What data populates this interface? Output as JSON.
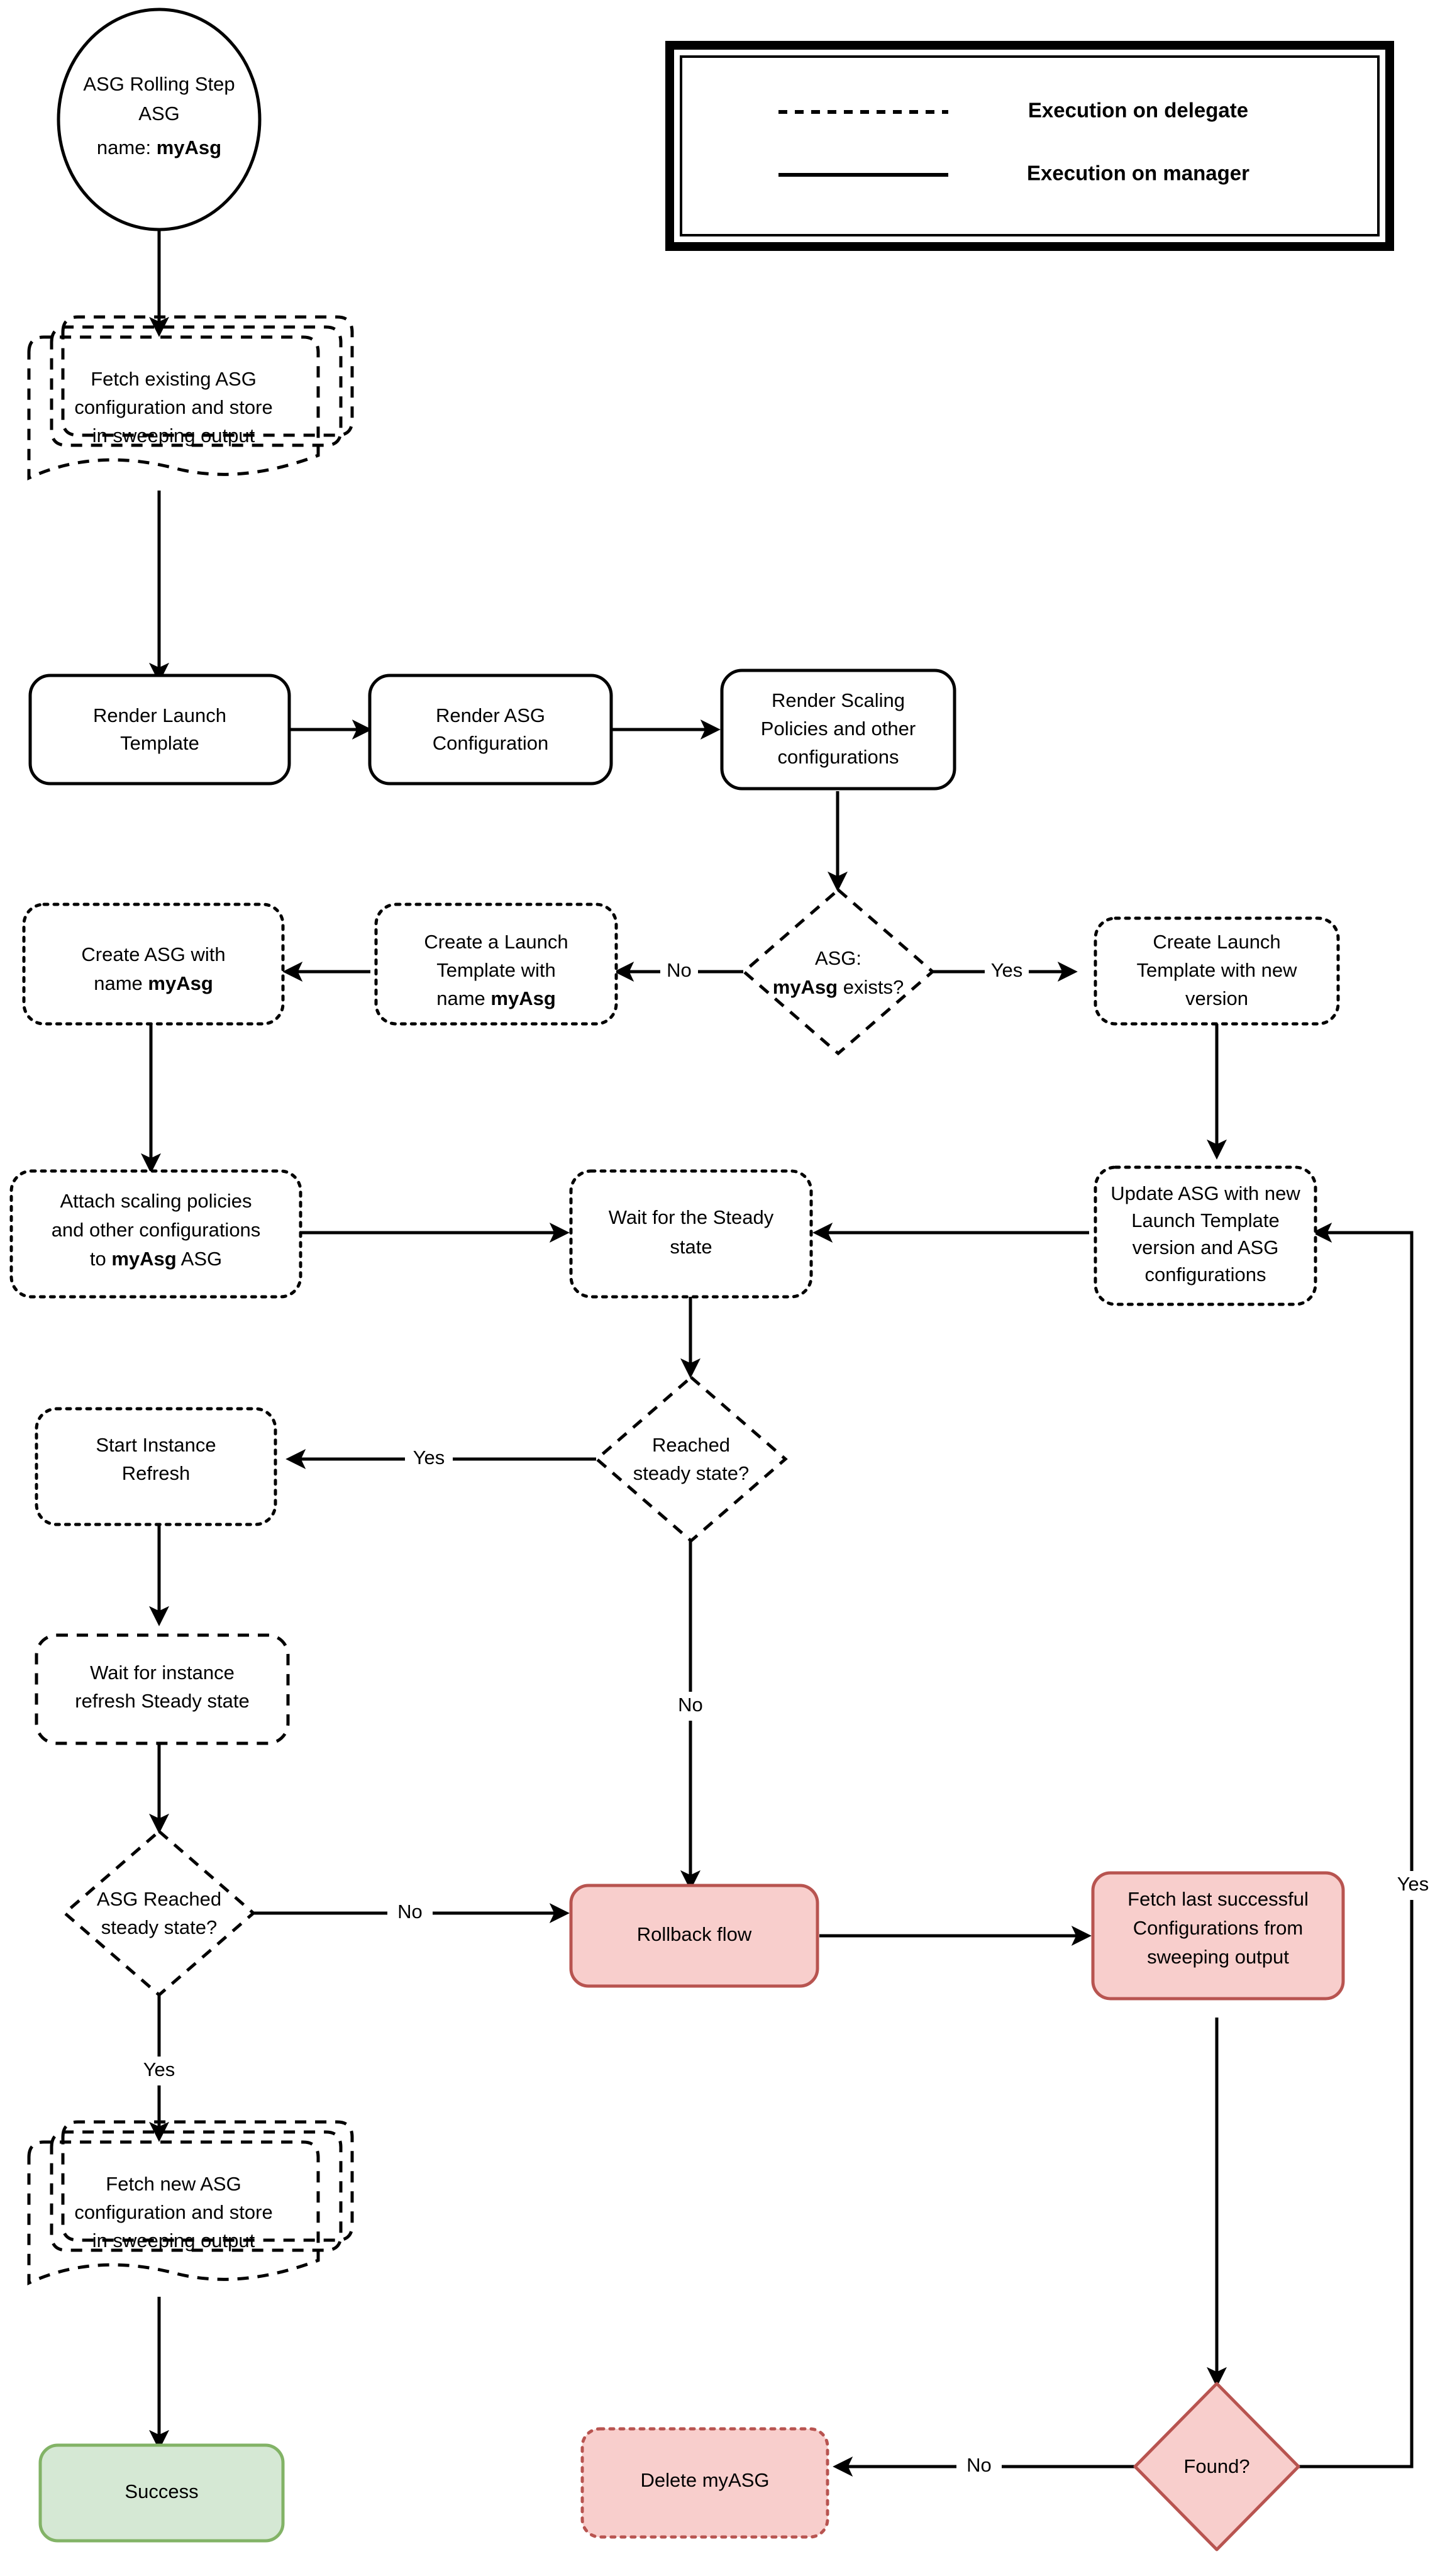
{
  "diagram": {
    "title": "ASG Rolling Step flowchart",
    "colors": {
      "red_fill": "#f8cecc",
      "red_stroke": "#b85450",
      "green_fill": "#d5e8d4",
      "green_stroke": "#82b366",
      "default_fill": "#ffffff",
      "default_stroke": "#000000"
    }
  },
  "legend": {
    "items": [
      {
        "line_style": "dashed",
        "label": "Execution on delegate"
      },
      {
        "line_style": "solid",
        "label": "Execution on manager"
      }
    ]
  },
  "nodes": {
    "start": {
      "shape": "ellipse",
      "line1": "ASG Rolling Step",
      "line2": "ASG",
      "line3_prefix": "name: ",
      "line3_bold": "myAsg"
    },
    "fetch_existing": {
      "shape": "multi-document",
      "line1": "Fetch existing ASG",
      "line2": "configuration and store",
      "line3": "in sweeping output"
    },
    "render_launch_template": {
      "shape": "rounded-rect",
      "line1": "Render Launch",
      "line2": "Template"
    },
    "render_asg_configuration": {
      "shape": "rounded-rect",
      "line1": "Render ASG",
      "line2": "Configuration"
    },
    "render_scaling_policies": {
      "shape": "rounded-rect",
      "line1": "Render Scaling",
      "line2": "Policies and other",
      "line3": "configurations"
    },
    "asg_exists": {
      "shape": "diamond",
      "line1": "ASG:",
      "line2_bold": "myAsg",
      "line2_rest": " exists?"
    },
    "create_asg": {
      "shape": "rounded-rect",
      "line1": "Create ASG with",
      "line2_prefix": "name ",
      "line2_bold": "myAsg"
    },
    "create_launch_template_named": {
      "shape": "rounded-rect",
      "line1": "Create a Launch",
      "line2": "Template with",
      "line3_prefix": "name ",
      "line3_bold": "myAsg"
    },
    "create_launch_template_new_version": {
      "shape": "rounded-rect",
      "line1": "Create Launch",
      "line2": "Template with new",
      "line3": "version"
    },
    "attach_scaling_policies": {
      "shape": "rounded-rect",
      "line1": "Attach scaling policies",
      "line2": "and other configurations",
      "line3_prefix": "to ",
      "line3_bold": "myAsg",
      "line3_suffix": " ASG"
    },
    "wait_steady_state": {
      "shape": "rounded-rect",
      "line1": "Wait for the Steady",
      "line2": "state"
    },
    "update_asg": {
      "shape": "rounded-rect",
      "line1": "Update ASG with new",
      "line2": "Launch Template",
      "line3": "version and ASG",
      "line4": "configurations"
    },
    "reached_steady_state": {
      "shape": "diamond",
      "line1": "Reached",
      "line2": "steady state?"
    },
    "start_instance_refresh": {
      "shape": "rounded-rect",
      "line1": "Start Instance",
      "line2": "Refresh"
    },
    "wait_instance_refresh": {
      "shape": "rounded-rect",
      "line1": "Wait for instance",
      "line2": "refresh Steady state"
    },
    "asg_reached_steady_state": {
      "shape": "diamond",
      "line1": "ASG Reached",
      "line2": "steady state?"
    },
    "rollback_flow": {
      "shape": "rounded-rect",
      "color": "red",
      "line1": "Rollback flow"
    },
    "fetch_last_successful": {
      "shape": "rounded-rect",
      "color": "red",
      "line1": "Fetch last successful",
      "line2": "Configurations from",
      "line3": "sweeping output"
    },
    "fetch_new_asg": {
      "shape": "multi-document",
      "line1": "Fetch new ASG",
      "line2": "configuration and store",
      "line3": "in sweeping output"
    },
    "success": {
      "shape": "rounded-rect",
      "color": "green",
      "line1": "Success"
    },
    "delete_myasg": {
      "shape": "rounded-rect",
      "color": "red",
      "line1": "Delete myASG"
    },
    "found": {
      "shape": "diamond",
      "color": "red",
      "line1": "Found?"
    }
  },
  "edge_labels": {
    "asg_exists_no": "No",
    "asg_exists_yes": "Yes",
    "reached_steady_yes": "Yes",
    "reached_steady_no": "No",
    "asg_reached_no": "No",
    "asg_reached_yes": "Yes",
    "found_no": "No",
    "found_yes": "Yes"
  }
}
